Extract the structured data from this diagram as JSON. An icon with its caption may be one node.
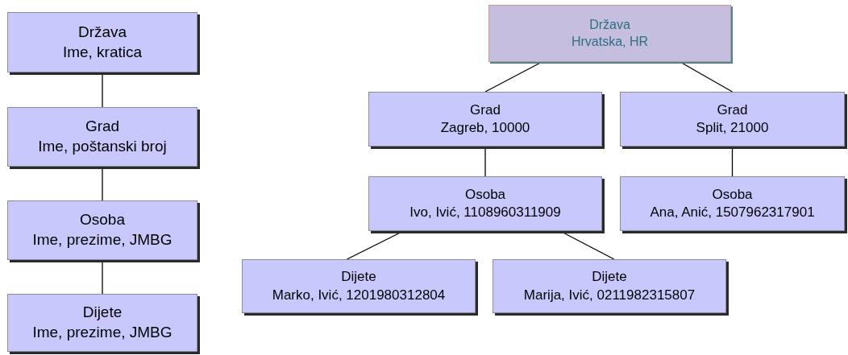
{
  "diagram": {
    "nodes": [
      {
        "text": [
          "Država",
          "Ime, kratica"
        ]
      },
      {
        "text": [
          "Grad",
          "Ime, poštanski broj"
        ]
      },
      {
        "text": [
          "Osoba",
          "Ime, prezime, JMBG"
        ]
      },
      {
        "text": [
          "Dijete",
          "Ime, prezime, JMBG"
        ]
      },
      {
        "text": [
          "Država",
          "Hrvatska, HR"
        ]
      },
      {
        "text": [
          "Grad",
          "Zagreb, 10000"
        ]
      },
      {
        "text": [
          "Grad",
          "Split, 21000"
        ]
      },
      {
        "text": [
          "Osoba",
          "Ivo, Ivić, 1108960311909"
        ]
      },
      {
        "text": [
          "Osoba",
          "Ana, Anić, 1507962317901"
        ]
      },
      {
        "text": [
          "Dijete",
          "Marko, Ivić, 1201980312804"
        ]
      },
      {
        "text": [
          "Dijete",
          "Marija, Ivić, 0211982315807"
        ]
      }
    ],
    "edges": [
      {
        "from": 0,
        "to": 1,
        "arrow": "none"
      },
      {
        "from": 1,
        "to": 2,
        "arrow": "none"
      },
      {
        "from": 2,
        "to": 3,
        "arrow": "none"
      },
      {
        "from": 4,
        "to": 5,
        "arrow": "none"
      },
      {
        "from": 4,
        "to": 6,
        "arrow": "none"
      },
      {
        "from": 5,
        "to": 7,
        "arrow": "none"
      },
      {
        "from": 6,
        "to": 8,
        "arrow": "none"
      },
      {
        "from": 7,
        "to": 9,
        "arrow": "none"
      },
      {
        "from": 7,
        "to": 10,
        "arrow": "none"
      }
    ]
  }
}
